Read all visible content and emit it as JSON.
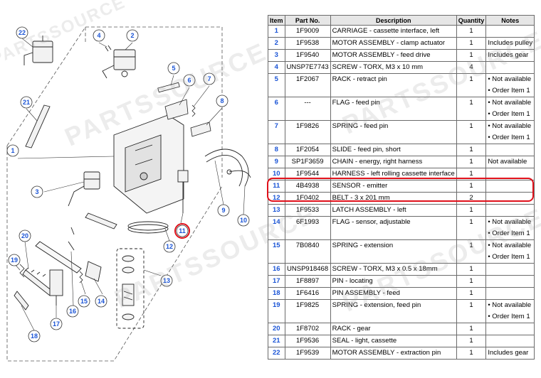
{
  "table": {
    "headers": [
      "Item",
      "Part No.",
      "Description",
      "Quantity",
      "Notes"
    ],
    "rows": [
      {
        "item": "1",
        "part": "1F9009",
        "desc": "CARRIAGE - cassette interface, left",
        "qty": "1",
        "notes": []
      },
      {
        "item": "2",
        "part": "1F9538",
        "desc": "MOTOR ASSEMBLY - clamp actuator",
        "qty": "1",
        "notes": [
          "Includes pulley"
        ]
      },
      {
        "item": "3",
        "part": "1F9540",
        "desc": "MOTOR ASSEMBLY - feed drive",
        "qty": "1",
        "notes": [
          "Includes gear"
        ]
      },
      {
        "item": "4",
        "part": "UNSP7E7743",
        "desc": "SCREW - TORX, M3 x 10 mm",
        "qty": "4",
        "notes": []
      },
      {
        "item": "5",
        "part": "1F2067",
        "desc": "RACK - retract pin",
        "qty": "1",
        "notes": [
          "• Not available",
          "• Order Item 1"
        ]
      },
      {
        "item": "6",
        "part": "---",
        "desc": "FLAG - feed pin",
        "qty": "1",
        "notes": [
          "• Not available",
          "• Order Item 1"
        ]
      },
      {
        "item": "7",
        "part": "1F9826",
        "desc": "SPRING - feed pin",
        "qty": "1",
        "notes": [
          "• Not available",
          "• Order Item 1"
        ]
      },
      {
        "item": "8",
        "part": "1F2054",
        "desc": "SLIDE - feed pin, short",
        "qty": "1",
        "notes": []
      },
      {
        "item": "9",
        "part": "SP1F3659",
        "desc": "CHAIN - energy, right harness",
        "qty": "1",
        "notes": [
          "Not available"
        ]
      },
      {
        "item": "10",
        "part": "1F9544",
        "desc": "HARNESS - left rolling cassette interface",
        "qty": "1",
        "notes": []
      },
      {
        "item": "11",
        "part": "4B4938",
        "desc": "SENSOR - emitter",
        "qty": "1",
        "notes": []
      },
      {
        "item": "12",
        "part": "1F0402",
        "desc": "BELT - 3 x 201 mm",
        "qty": "2",
        "notes": []
      },
      {
        "item": "13",
        "part": "1F9533",
        "desc": "LATCH ASSEMBLY - left",
        "qty": "1",
        "notes": []
      },
      {
        "item": "14",
        "part": "6F1993",
        "desc": "FLAG - sensor, adjustable",
        "qty": "1",
        "notes": [
          "• Not available",
          "• Order Item 1"
        ]
      },
      {
        "item": "15",
        "part": "7B0840",
        "desc": "SPRING - extension",
        "qty": "1",
        "notes": [
          "• Not available",
          "• Order Item 1"
        ]
      },
      {
        "item": "16",
        "part": "UNSP918468",
        "desc": "SCREW - TORX, M3 x 0.5 x 18mm",
        "qty": "1",
        "notes": []
      },
      {
        "item": "17",
        "part": "1F8897",
        "desc": "PIN - locating",
        "qty": "1",
        "notes": []
      },
      {
        "item": "18",
        "part": "1F6416",
        "desc": "PIN ASSEMBLY - feed",
        "qty": "1",
        "notes": []
      },
      {
        "item": "19",
        "part": "1F9825",
        "desc": "SPRING - extension, feed pin",
        "qty": "1",
        "notes": [
          "• Not available",
          "• Order Item 1"
        ]
      },
      {
        "item": "20",
        "part": "1F8702",
        "desc": "RACK - gear",
        "qty": "1",
        "notes": []
      },
      {
        "item": "21",
        "part": "1F9536",
        "desc": "SEAL - light, cassette",
        "qty": "1",
        "notes": []
      },
      {
        "item": "22",
        "part": "1F9539",
        "desc": "MOTOR ASSEMBLY - extraction pin",
        "qty": "1",
        "notes": [
          "Includes gear"
        ]
      }
    ]
  },
  "diagram": {
    "callouts": [
      "1",
      "2",
      "3",
      "4",
      "5",
      "6",
      "7",
      "8",
      "9",
      "10",
      "11",
      "12",
      "13",
      "14",
      "15",
      "16",
      "17",
      "18",
      "19",
      "20",
      "21",
      "22"
    ],
    "highlighted_callout": "11"
  },
  "watermark": "PARTSSOURCE",
  "colors": {
    "callout": "#1a54d6",
    "highlight": "#e0101a",
    "header_bg": "#e6e6e6"
  }
}
